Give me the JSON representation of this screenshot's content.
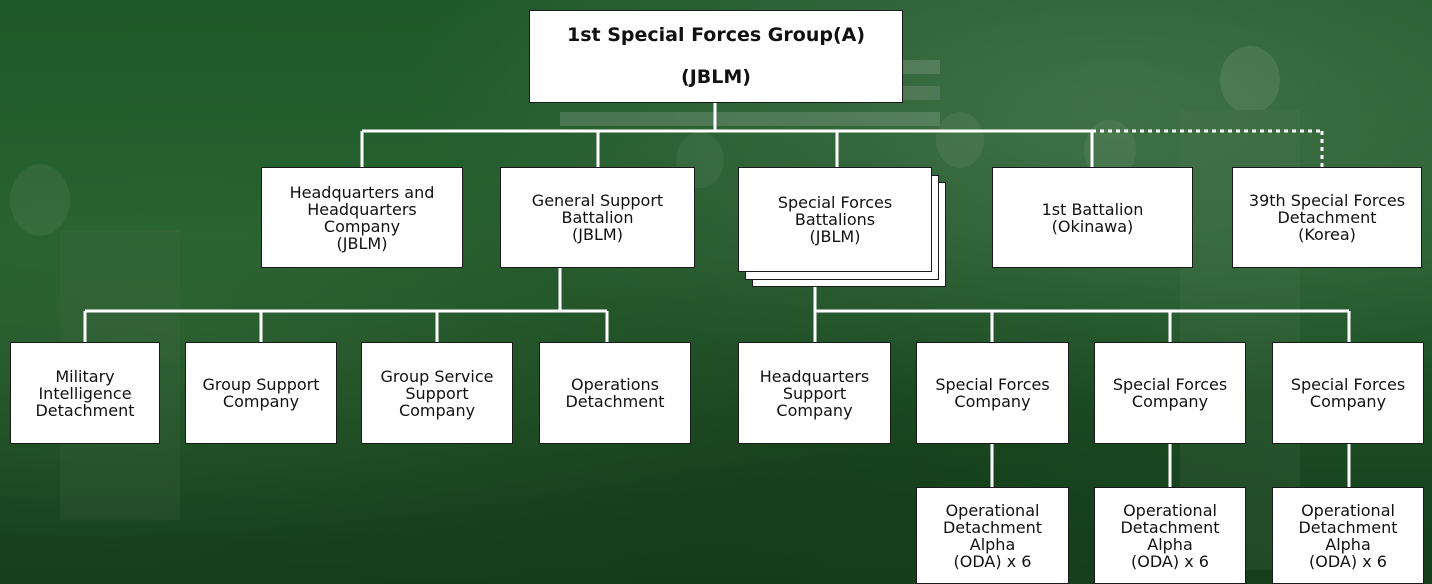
{
  "root": {
    "line1": "1st Special Forces Group(A)",
    "line2": "(JBLM)"
  },
  "level1": {
    "hhc": "Headquarters and\nHeadquarters\nCompany\n(JBLM)",
    "gsb": "General Support\nBattalion\n(JBLM)",
    "sfb": "Special Forces\nBattalions\n(JBLM)",
    "bn1": "1st Battalion\n(Okinawa)",
    "sfd39": "39th Special Forces\nDetachment\n(Korea)"
  },
  "gsb_units": {
    "mid": "Military\nIntelligence\nDetachment",
    "gsc": "Group Support\nCompany",
    "gssc": "Group Service\nSupport\nCompany",
    "ops": "Operations\nDetachment"
  },
  "sfb_units": {
    "hsc": "Headquarters\nSupport\nCompany",
    "sfc1": "Special Forces\nCompany",
    "sfc2": "Special Forces\nCompany",
    "sfc3": "Special Forces\nCompany"
  },
  "oda": {
    "oda1": "Operational\nDetachment\nAlpha\n(ODA) x 6",
    "oda2": "Operational\nDetachment\nAlpha\n(ODA) x 6",
    "oda3": "Operational\nDetachment\nAlpha\n(ODA) x 6"
  },
  "colors": {
    "background": "#1f5a2a",
    "box": "#ffffff",
    "connector": "#ffffff"
  }
}
